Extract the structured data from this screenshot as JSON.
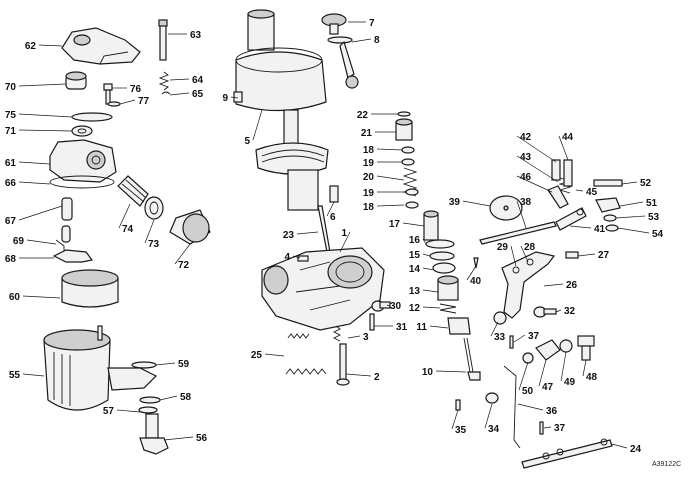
{
  "diagram": {
    "reference_code": "A39122C",
    "callouts": [
      {
        "num": "1"
      },
      {
        "num": "2"
      },
      {
        "num": "3"
      },
      {
        "num": "4"
      },
      {
        "num": "5"
      },
      {
        "num": "6"
      },
      {
        "num": "7"
      },
      {
        "num": "8"
      },
      {
        "num": "9"
      },
      {
        "num": "10"
      },
      {
        "num": "11"
      },
      {
        "num": "12"
      },
      {
        "num": "13"
      },
      {
        "num": "14"
      },
      {
        "num": "15"
      },
      {
        "num": "16"
      },
      {
        "num": "17"
      },
      {
        "num": "18"
      },
      {
        "num": "18"
      },
      {
        "num": "19"
      },
      {
        "num": "19"
      },
      {
        "num": "20"
      },
      {
        "num": "21"
      },
      {
        "num": "22"
      },
      {
        "num": "23"
      },
      {
        "num": "24"
      },
      {
        "num": "25"
      },
      {
        "num": "26"
      },
      {
        "num": "27"
      },
      {
        "num": "28"
      },
      {
        "num": "29"
      },
      {
        "num": "30"
      },
      {
        "num": "31"
      },
      {
        "num": "32"
      },
      {
        "num": "33"
      },
      {
        "num": "34"
      },
      {
        "num": "35"
      },
      {
        "num": "36"
      },
      {
        "num": "37"
      },
      {
        "num": "37"
      },
      {
        "num": "38"
      },
      {
        "num": "39"
      },
      {
        "num": "40"
      },
      {
        "num": "41"
      },
      {
        "num": "42"
      },
      {
        "num": "43"
      },
      {
        "num": "44"
      },
      {
        "num": "45"
      },
      {
        "num": "46"
      },
      {
        "num": "47"
      },
      {
        "num": "48"
      },
      {
        "num": "49"
      },
      {
        "num": "50"
      },
      {
        "num": "51"
      },
      {
        "num": "52"
      },
      {
        "num": "53"
      },
      {
        "num": "54"
      },
      {
        "num": "55"
      },
      {
        "num": "56"
      },
      {
        "num": "57"
      },
      {
        "num": "58"
      },
      {
        "num": "59"
      },
      {
        "num": "60"
      },
      {
        "num": "61"
      },
      {
        "num": "62"
      },
      {
        "num": "63"
      },
      {
        "num": "64"
      },
      {
        "num": "65"
      },
      {
        "num": "66"
      },
      {
        "num": "67"
      },
      {
        "num": "68"
      },
      {
        "num": "69"
      },
      {
        "num": "70"
      },
      {
        "num": "71"
      },
      {
        "num": "72"
      },
      {
        "num": "73"
      },
      {
        "num": "74"
      },
      {
        "num": "75"
      },
      {
        "num": "76"
      },
      {
        "num": "77"
      }
    ]
  }
}
